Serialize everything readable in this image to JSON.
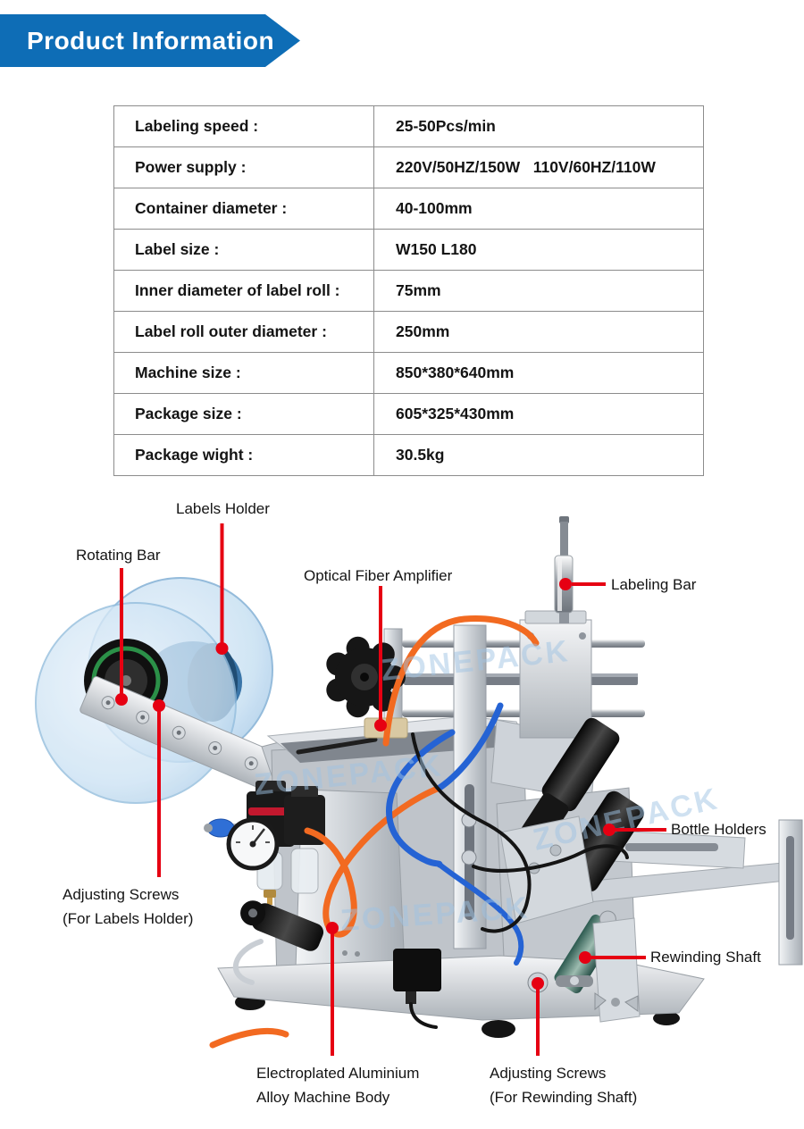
{
  "header": {
    "title": "Product Information",
    "banner_color": "#0e6db6",
    "text_color": "#ffffff"
  },
  "spec_table": {
    "border_color": "#8c8c8c",
    "rows": [
      {
        "label": "Labeling speed :",
        "value": "25-50Pcs/min"
      },
      {
        "label": "Power supply :",
        "value": "220V/50HZ/150W   110V/60HZ/110W"
      },
      {
        "label": "Container diameter :",
        "value": "40-100mm"
      },
      {
        "label": "Label size :",
        "value": "W150 L180"
      },
      {
        "label": "Inner diameter of label roll :",
        "value": "75mm"
      },
      {
        "label": "Label roll outer diameter :",
        "value": "250mm"
      },
      {
        "label": "Machine size :",
        "value": "850*380*640mm"
      },
      {
        "label": "Package size :",
        "value": "605*325*430mm"
      },
      {
        "label": "Package wight :",
        "value": "30.5kg"
      }
    ]
  },
  "diagram": {
    "watermark": "ZONEPACK",
    "callout_color": "#e60012",
    "callouts": [
      {
        "id": "labels-holder",
        "label": "Labels Holder"
      },
      {
        "id": "rotating-bar",
        "label": "Rotating Bar"
      },
      {
        "id": "optical-fiber-amplifier",
        "label": "Optical Fiber Amplifier"
      },
      {
        "id": "labeling-bar",
        "label": "Labeling Bar"
      },
      {
        "id": "bottle-holders",
        "label": "Bottle Holders"
      },
      {
        "id": "rewinding-shaft",
        "label": "Rewinding Shaft"
      },
      {
        "id": "adjusting-screws-labels-holder",
        "label": "Adjusting Screws",
        "label2": "(For Labels Holder)"
      },
      {
        "id": "machine-body",
        "label": "Electroplated Aluminium",
        "label2": "Alloy Machine Body"
      },
      {
        "id": "adjusting-screws-rewinding-shaft",
        "label": "Adjusting Screws",
        "label2": "(For Rewinding Shaft)"
      }
    ]
  }
}
